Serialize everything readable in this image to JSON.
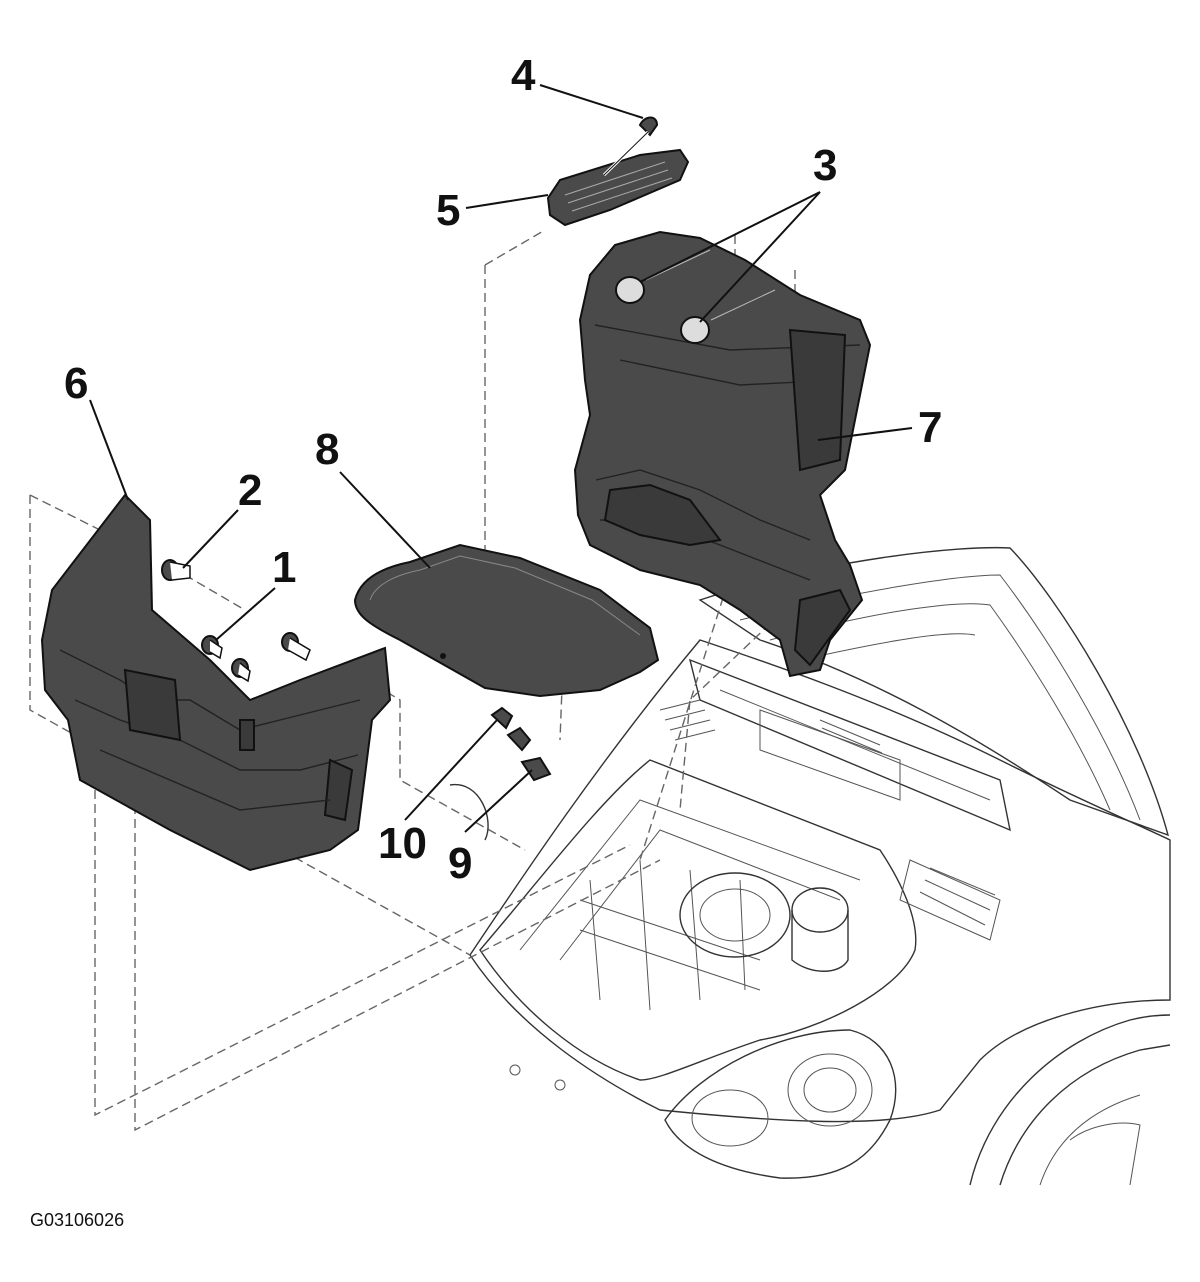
{
  "figure_id": "G03106026",
  "callouts": [
    "1",
    "2",
    "3",
    "4",
    "5",
    "6",
    "7",
    "8",
    "9",
    "10"
  ]
}
